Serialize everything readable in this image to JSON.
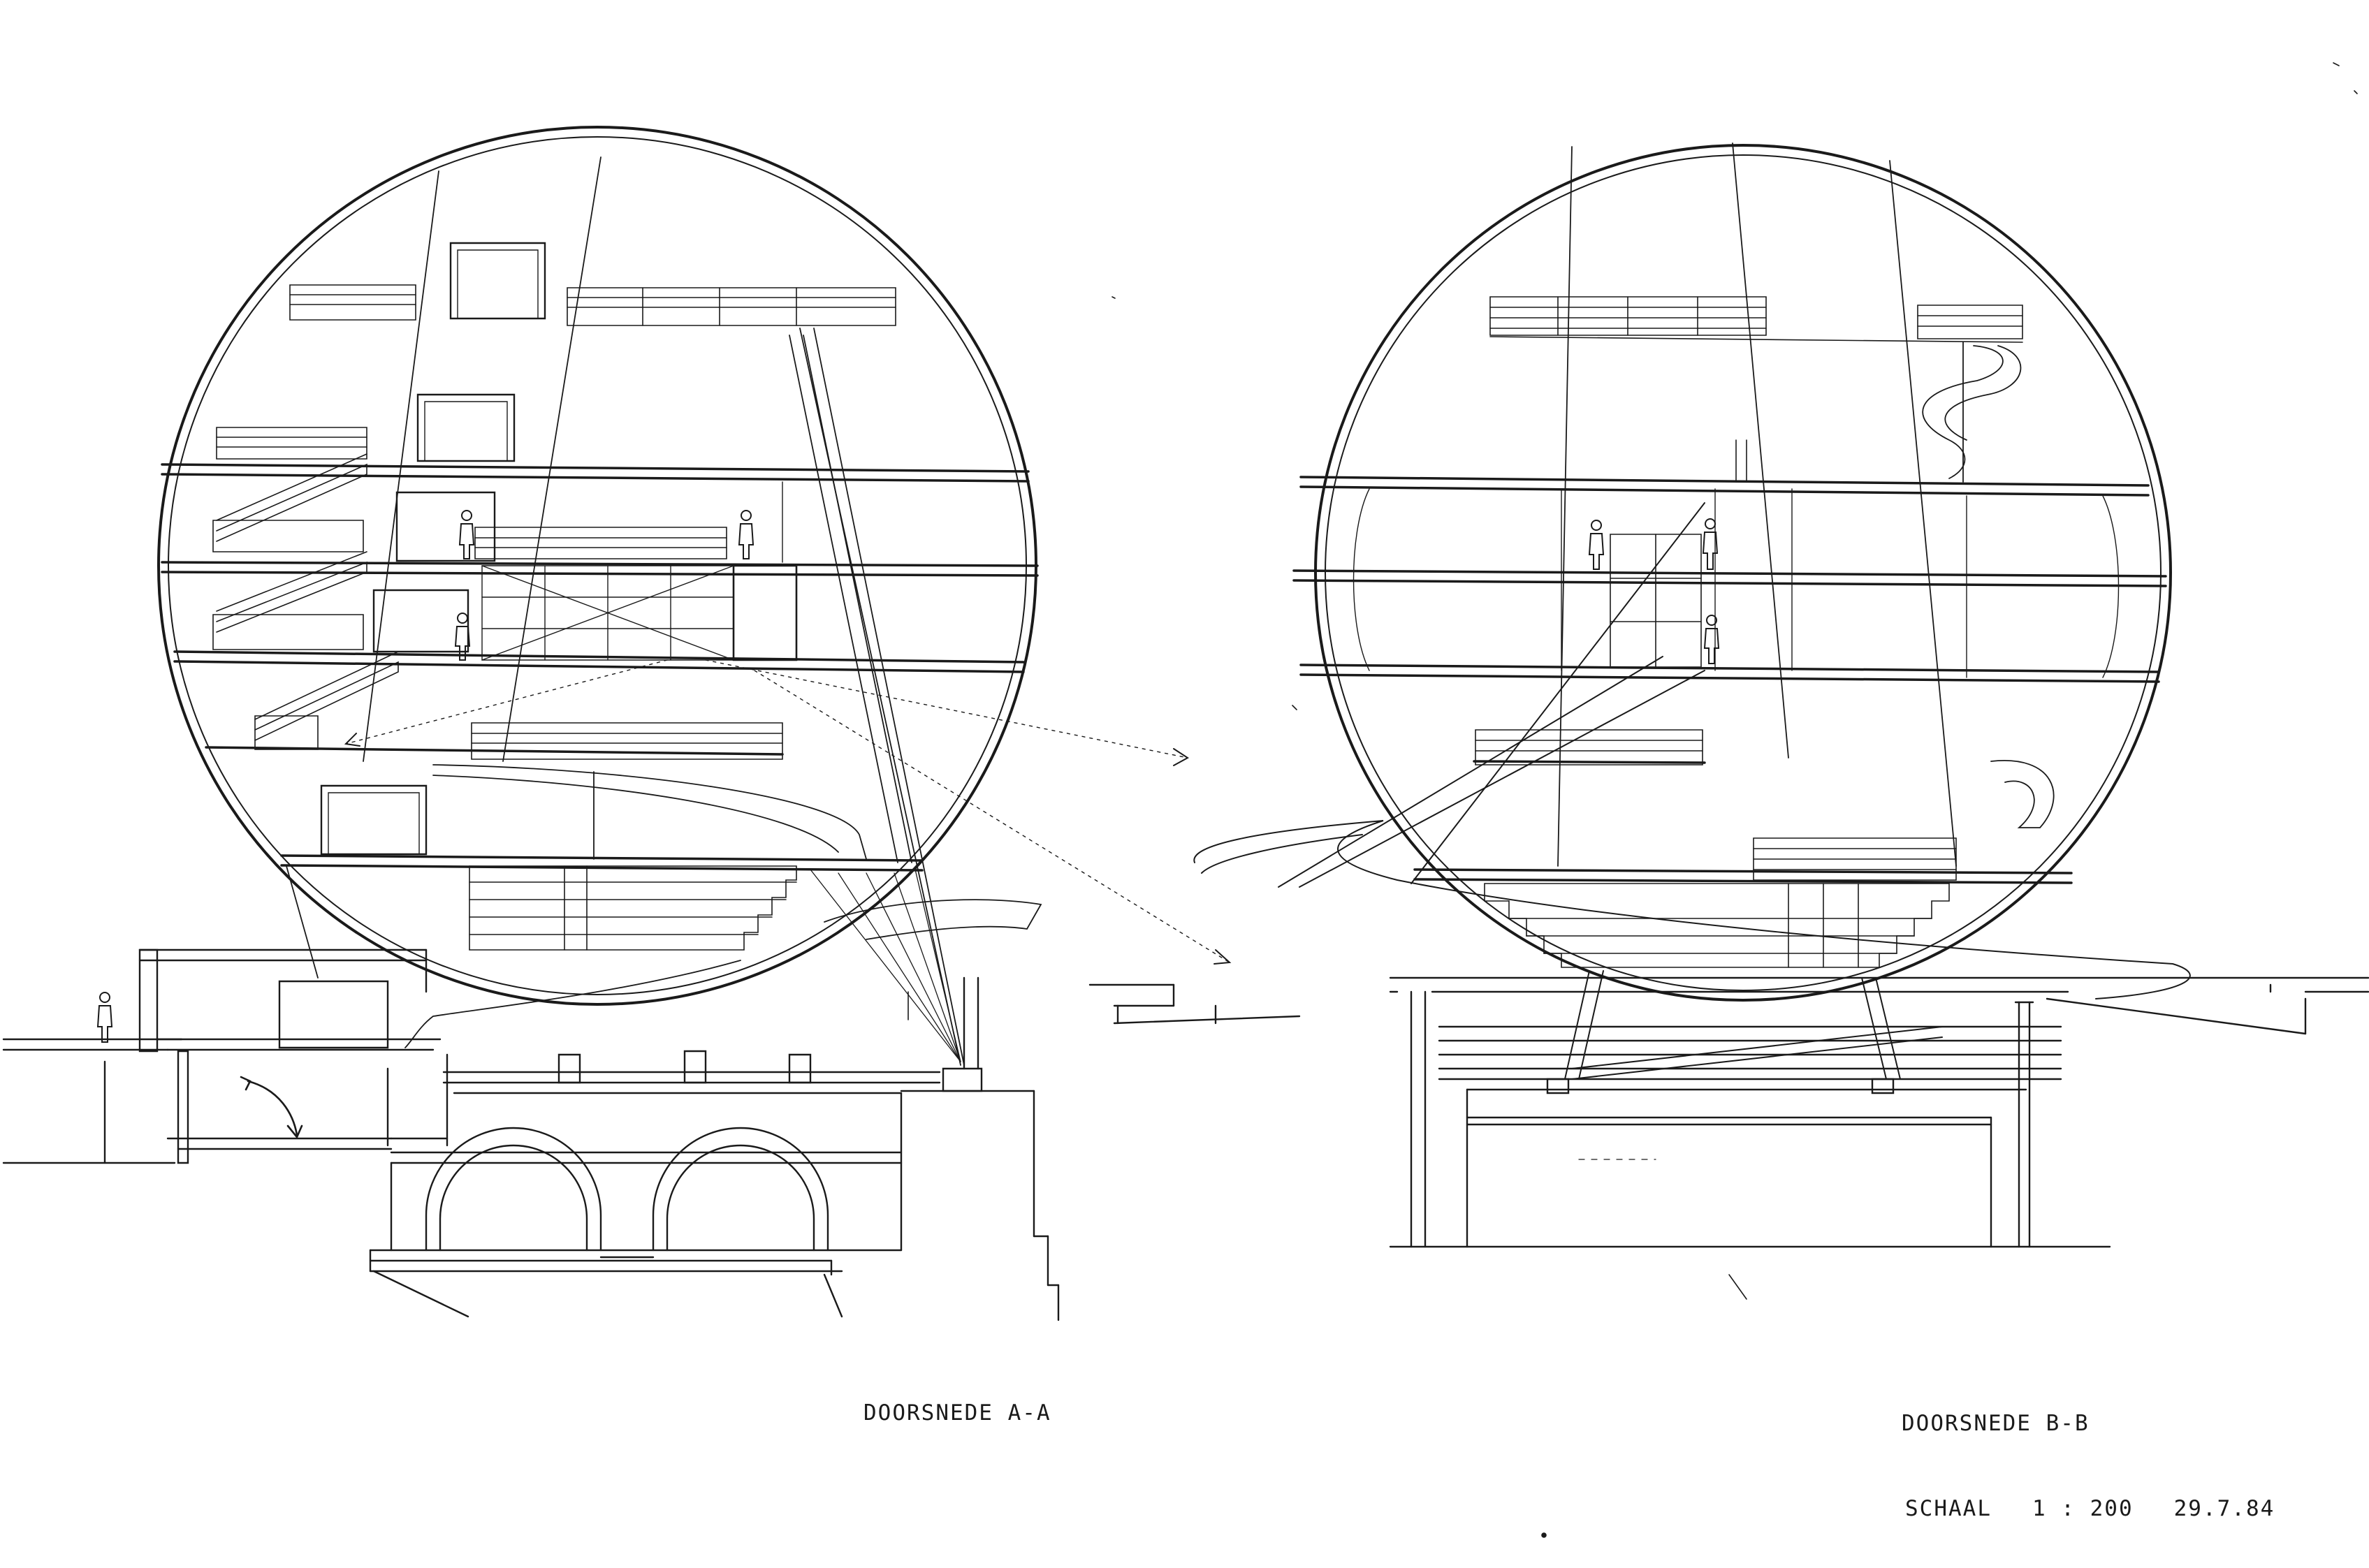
{
  "drawing": {
    "section_a_label": "DOORSNEDE  A-A",
    "section_b_label": "DOORSNEDE  B-B",
    "scale_label": "SCHAAL",
    "scale_value": "1 : 200",
    "date": "29.7.84"
  },
  "colors": {
    "ink": "#1a1a1a",
    "paper": "#ffffff"
  }
}
